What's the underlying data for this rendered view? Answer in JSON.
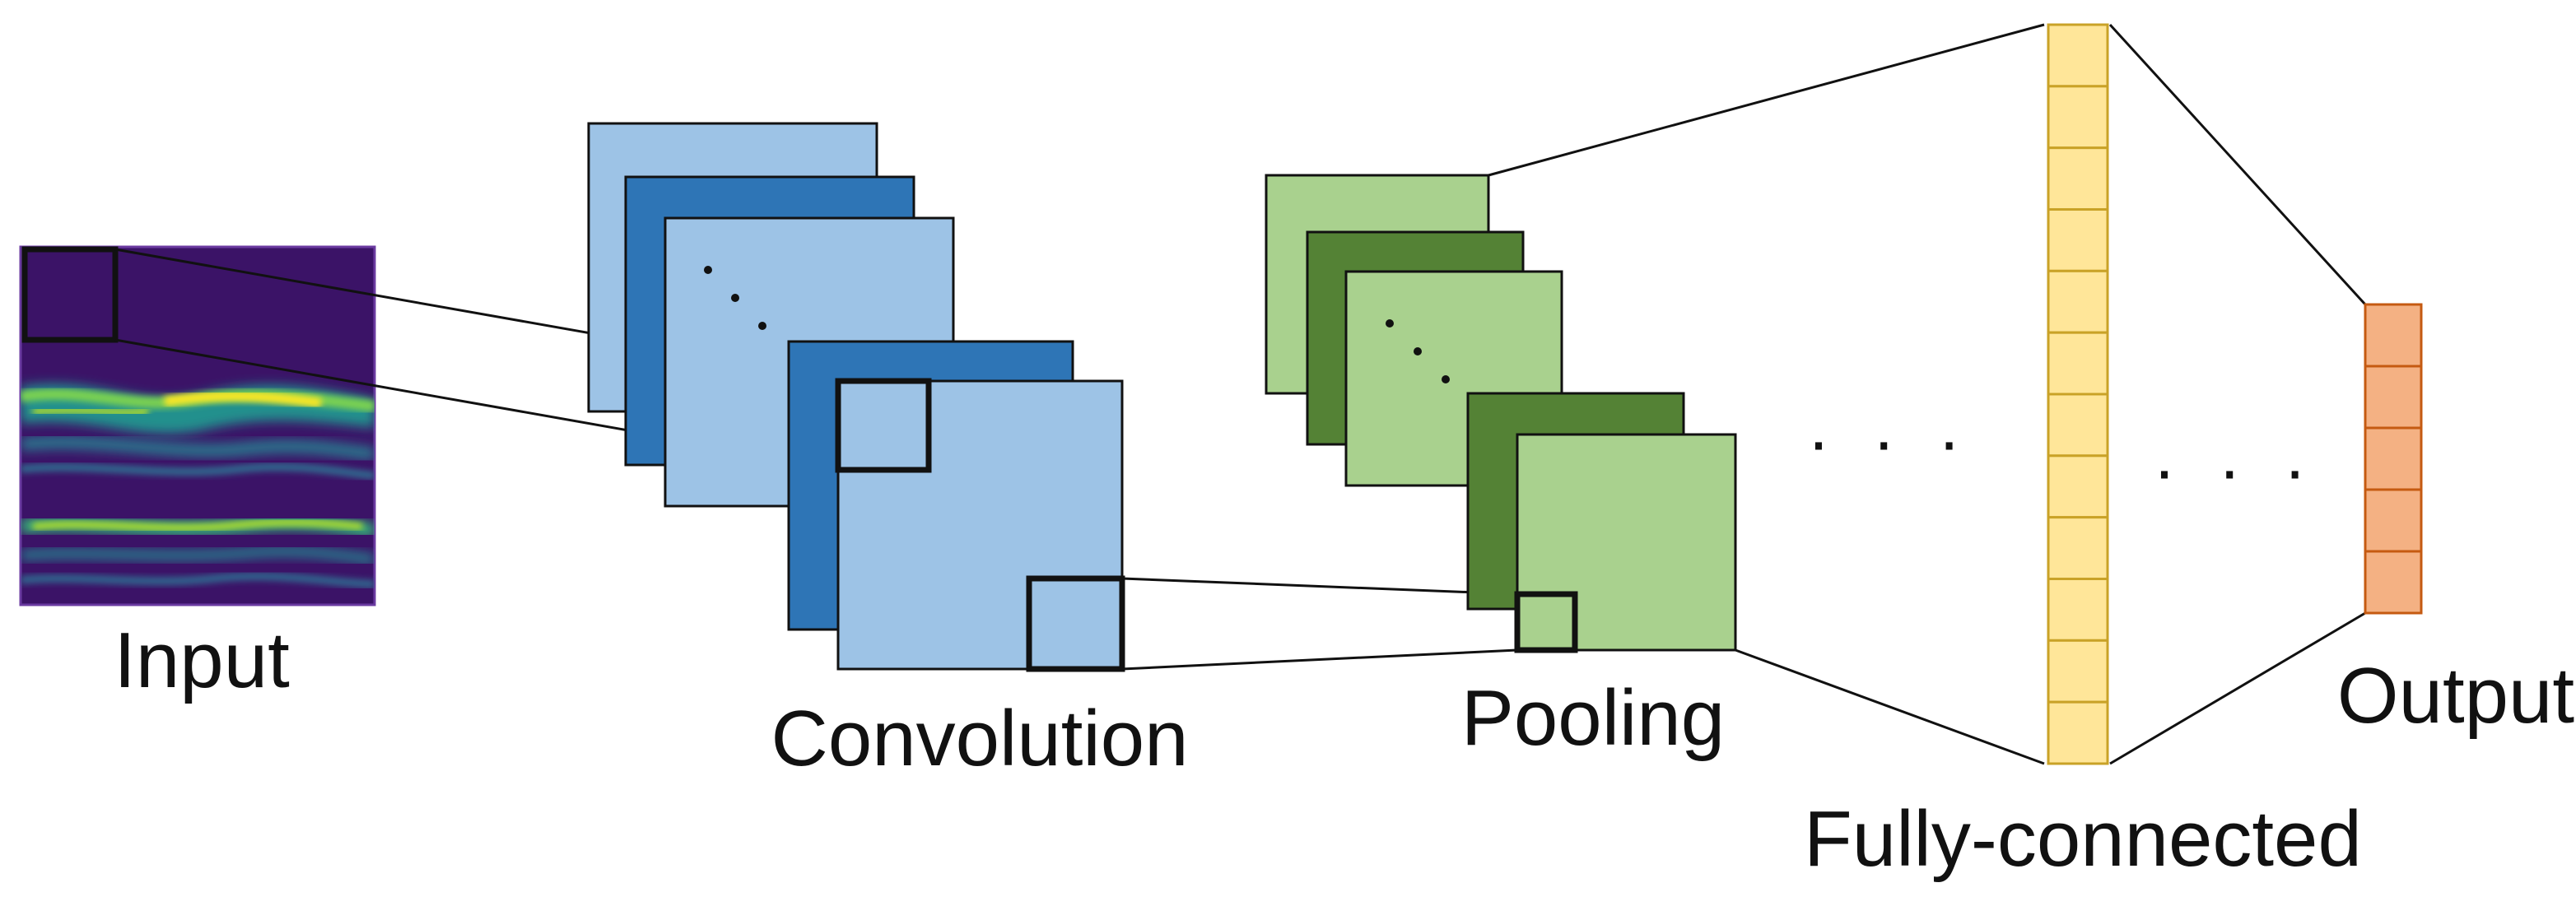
{
  "labels": {
    "input": "Input",
    "convolution": "Convolution",
    "pooling": "Pooling",
    "fully_connected": "Fully-connected",
    "output": "Output"
  },
  "ellipsis": {
    "dots": "· · ·"
  },
  "colors": {
    "conv_light": "#9dc3e6",
    "conv_dark": "#2e75b6",
    "pool_light": "#a9d18e",
    "pool_dark": "#548235",
    "fc_cell": "#ffe699",
    "fc_stroke": "#c9a227",
    "output_cell": "#f4b183",
    "output_stroke": "#c55a11",
    "spectrogram_bg": "#3b1367"
  },
  "fc_cells": 12,
  "output_cells": 5
}
